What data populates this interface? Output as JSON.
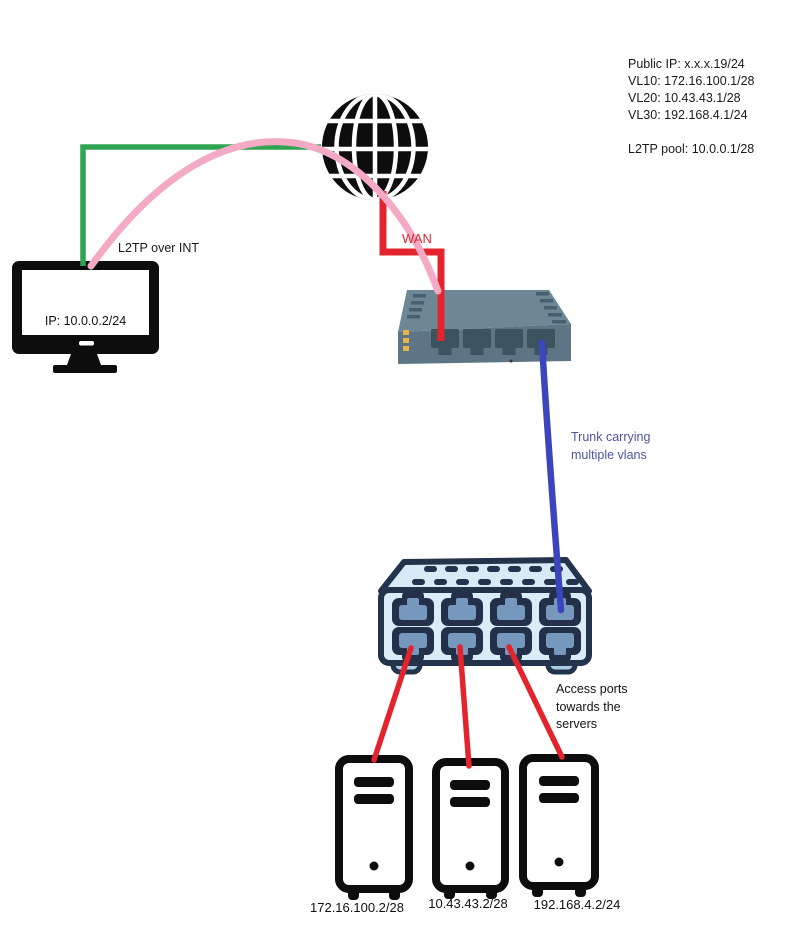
{
  "diagram": "network-topology-sketch",
  "notes": {
    "ip_plan": {
      "lines": [
        "Public IP: x.x.x.19/24",
        "VL10: 172.16.100.1/28",
        "VL20: 10.43.43.1/28",
        "VL30: 192.168.4.1/24"
      ],
      "pool": "L2TP pool: 10.0.0.1/28"
    },
    "l2tp_link": "L2TP over INT",
    "wan": "WAN",
    "trunk": {
      "lines": [
        "Trunk carrying",
        "multiple vlans"
      ]
    },
    "access": {
      "lines": [
        "Access ports",
        "towards the",
        "servers"
      ]
    }
  },
  "devices": {
    "internet": {
      "icon": "globe-icon"
    },
    "client_pc": {
      "icon": "monitor-icon",
      "ip_label": "IP: 10.0.0.2/24"
    },
    "router": {
      "icon": "router-icon"
    },
    "switch": {
      "icon": "switch-icon"
    },
    "servers": [
      {
        "icon": "server-tower-icon",
        "ip_label": "172.16.100.2/28"
      },
      {
        "icon": "server-tower-icon",
        "ip_label": "10.43.43.2/28"
      },
      {
        "icon": "server-tower-icon",
        "ip_label": "192.168.4.2/24"
      }
    ]
  },
  "colors": {
    "ink_black": "#0d0d0d",
    "link_l2tp_pink": "#f4aac4",
    "link_lan_green": "#2fa452",
    "link_wan_red": "#e3242d",
    "link_trunk_blue": "#3a45be",
    "trunk_text_indigo": "#4d55a0",
    "router_body": "#6d8795",
    "router_front": "#5d7585",
    "router_port": "#3b525f",
    "router_led_yellow": "#e9b44d",
    "switch_fill": "#d7eaf6",
    "switch_outline": "#24334c",
    "switch_port_inner": "#7698bd"
  }
}
